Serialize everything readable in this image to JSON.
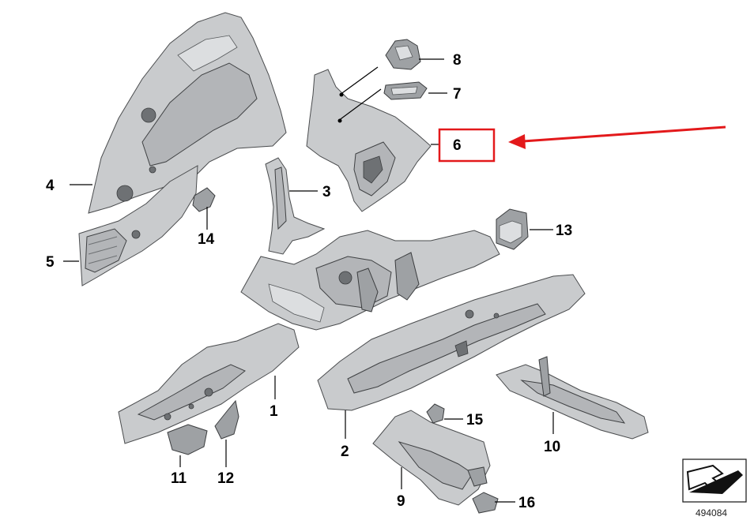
{
  "callouts": [
    {
      "id": "1",
      "label": "1"
    },
    {
      "id": "2",
      "label": "2"
    },
    {
      "id": "3",
      "label": "3"
    },
    {
      "id": "4",
      "label": "4"
    },
    {
      "id": "5",
      "label": "5"
    },
    {
      "id": "6",
      "label": "6"
    },
    {
      "id": "7",
      "label": "7"
    },
    {
      "id": "8",
      "label": "8"
    },
    {
      "id": "9",
      "label": "9"
    },
    {
      "id": "10",
      "label": "10"
    },
    {
      "id": "11",
      "label": "11"
    },
    {
      "id": "12",
      "label": "12"
    },
    {
      "id": "13",
      "label": "13"
    },
    {
      "id": "14",
      "label": "14"
    },
    {
      "id": "15",
      "label": "15"
    },
    {
      "id": "16",
      "label": "16"
    }
  ],
  "highlight": {
    "callout": "6",
    "color": "#e3191b"
  },
  "reference": {
    "number": "494084",
    "icon": "arrow-down-right-icon"
  },
  "colors": {
    "part_fill": "#c9cbcd",
    "outline": "#3f4143",
    "highlight": "#e3191b"
  }
}
